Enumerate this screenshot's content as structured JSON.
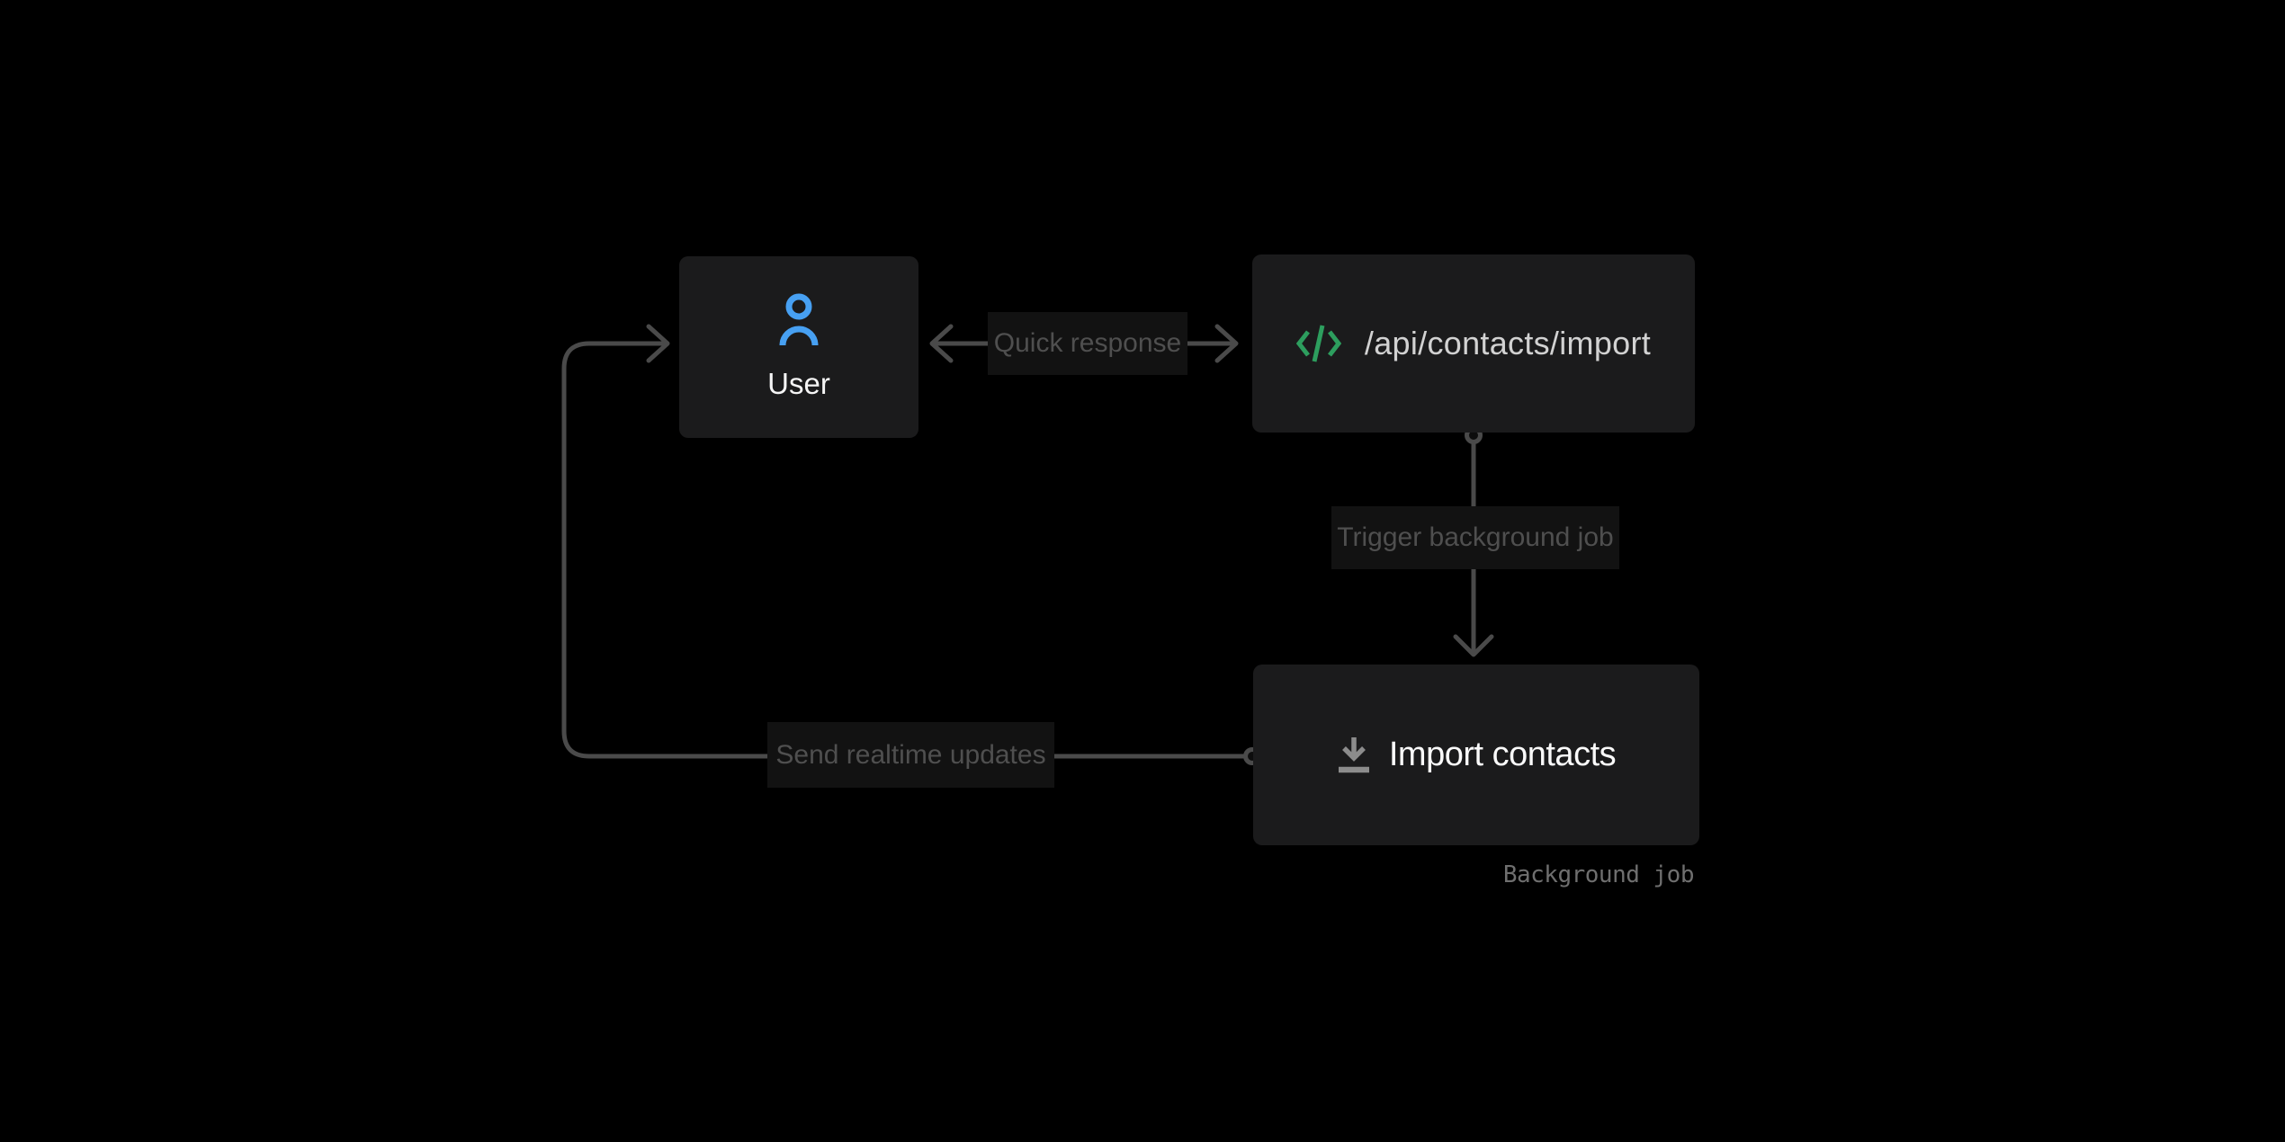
{
  "diagram": {
    "background": "#000000",
    "nodes": {
      "user": {
        "label": "User",
        "icon": "user-icon"
      },
      "api": {
        "label": "/api/contacts/import",
        "icon": "code-icon"
      },
      "job": {
        "label": "Import contacts",
        "icon": "download-icon",
        "caption": "Background job"
      }
    },
    "edges": {
      "quick_response": {
        "label": "Quick response",
        "direction": "bidirectional"
      },
      "trigger_job": {
        "label": "Trigger background job",
        "direction": "down"
      },
      "realtime_updates": {
        "label": "Send realtime updates",
        "direction": "to-user"
      }
    },
    "colors": {
      "node_bg": "#1b1b1c",
      "edge_label_bg": "#121212",
      "line": "#4a4a4a",
      "edge_label_text": "#4f4f4f",
      "connector_dot_fill": "#0d0d0d",
      "user_icon": "#47a0f2",
      "code_icon": "#2d9e5e",
      "download_icon": "#8c8c8c",
      "node_text": "#f5f5f5",
      "api_text": "#d2d2d2",
      "caption_text": "#6f6f6f"
    }
  }
}
